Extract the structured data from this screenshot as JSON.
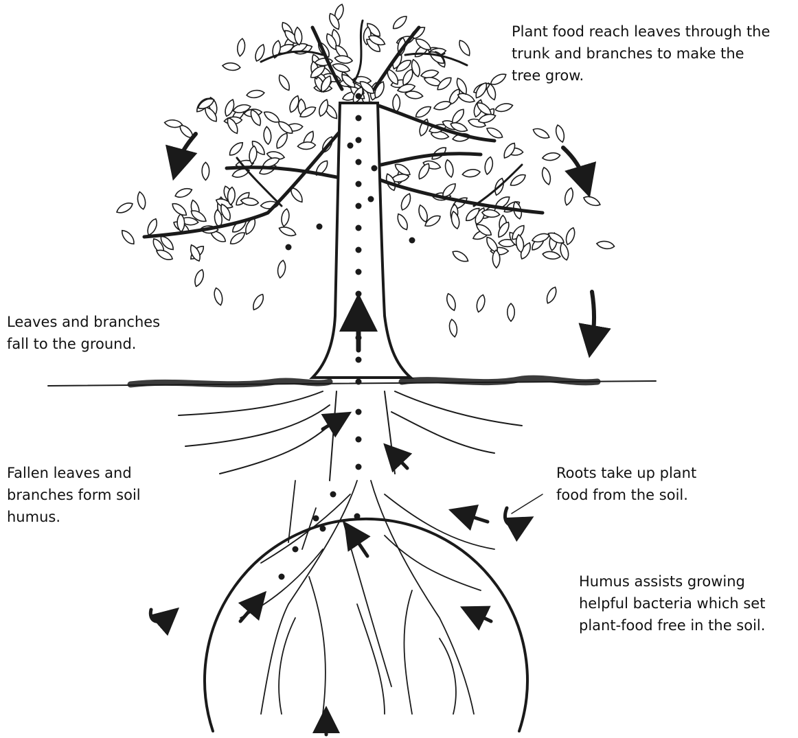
{
  "labels": {
    "nutrient_flow": "Plant food reach leaves through the\ntrunk and branches to make the\ntree grow.",
    "leaf_fall": "Leaves and branches\nfall to the ground.",
    "humus_formation": "Fallen leaves and\nbranches form soil\nhumus.",
    "root_uptake": "Roots take up plant\nfood from the soil.",
    "bacteria": "Humus assists growing\nhelpful bacteria which set\nplant-food free in the soil."
  },
  "colors": {
    "ink": "#1a1a1a",
    "background": "#ffffff"
  }
}
